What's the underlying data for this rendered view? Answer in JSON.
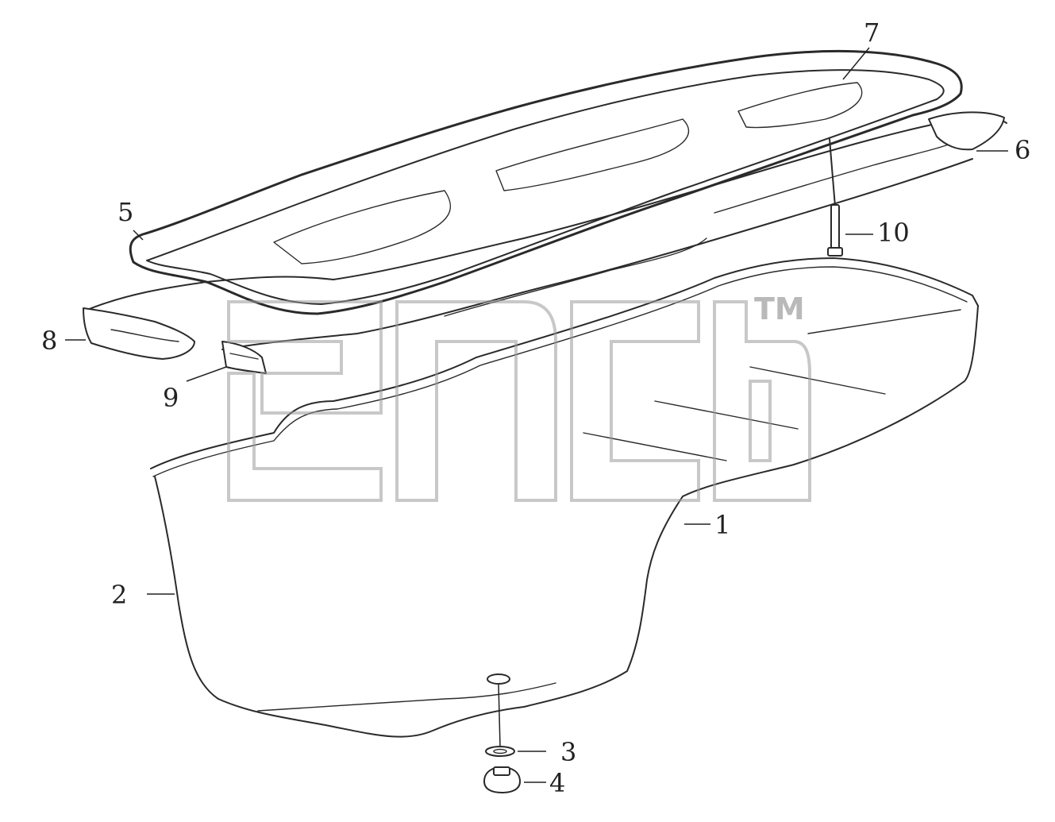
{
  "callouts": [
    {
      "id": "1",
      "label": "1"
    },
    {
      "id": "2",
      "label": "2"
    },
    {
      "id": "3",
      "label": "3"
    },
    {
      "id": "4",
      "label": "4"
    },
    {
      "id": "5",
      "label": "5"
    },
    {
      "id": "6",
      "label": "6"
    },
    {
      "id": "7",
      "label": "7"
    },
    {
      "id": "8",
      "label": "8"
    },
    {
      "id": "9",
      "label": "9"
    },
    {
      "id": "10",
      "label": "10"
    }
  ],
  "watermark": {
    "trademark": "TM"
  },
  "colors": {
    "line": "#2a2a2a",
    "watermark": "#9a9a9a",
    "background": "#ffffff"
  }
}
